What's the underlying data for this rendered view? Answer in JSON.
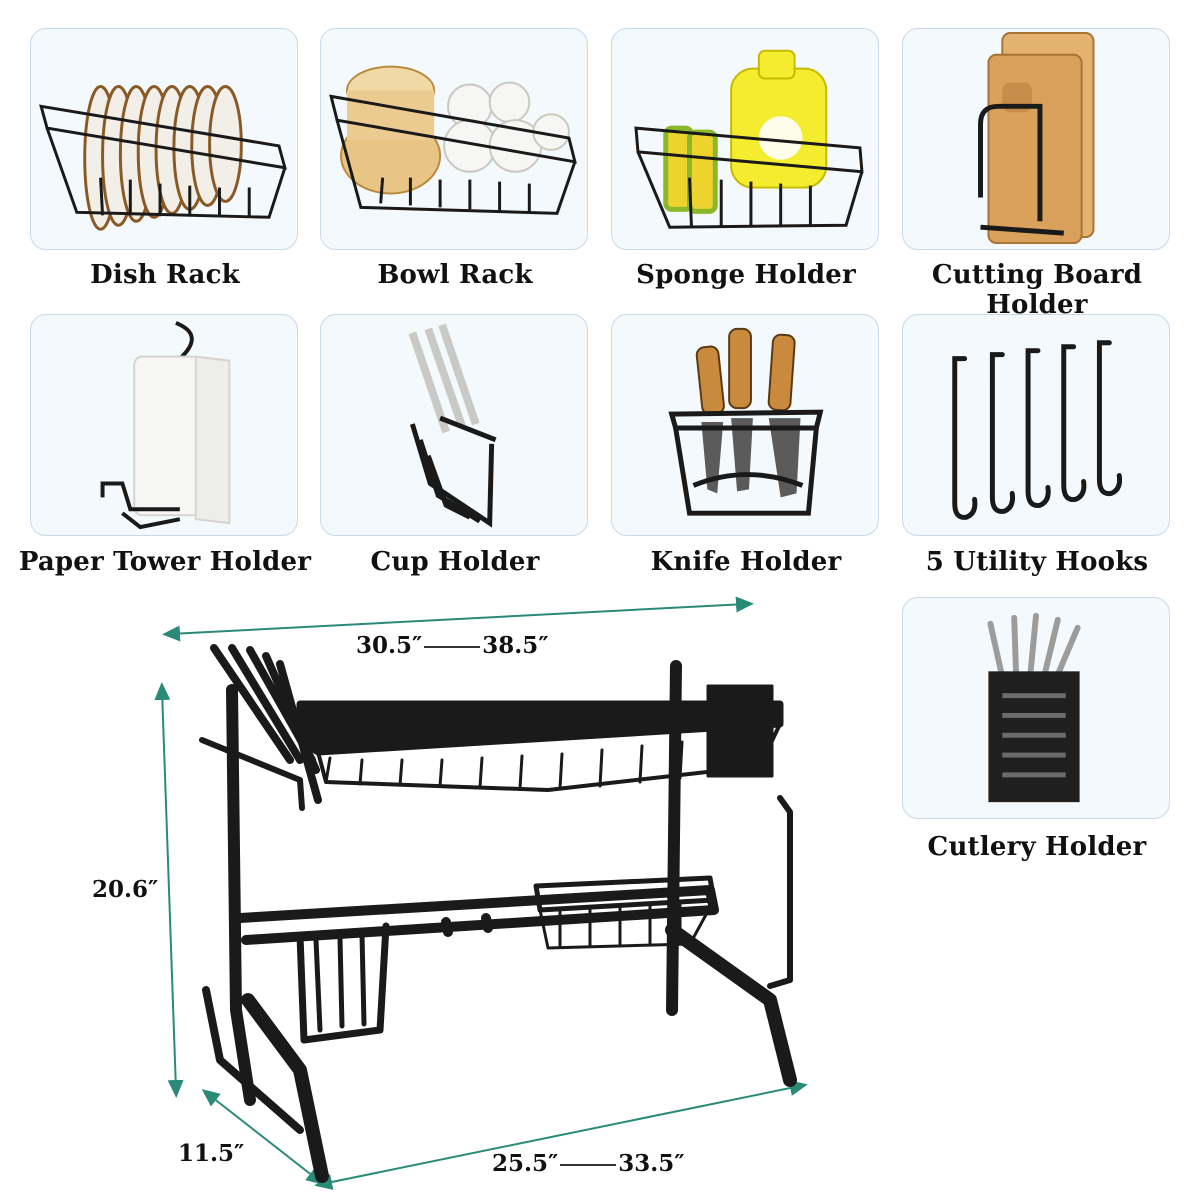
{
  "accessories": [
    {
      "label": "Dish Rack",
      "icon": "dish-rack-icon"
    },
    {
      "label": "Bowl Rack",
      "icon": "bowl-rack-icon"
    },
    {
      "label": "Sponge Holder",
      "icon": "sponge-holder-icon"
    },
    {
      "label": "Cutting Board Holder",
      "icon": "cutting-board-holder-icon"
    },
    {
      "label": "Paper Tower Holder",
      "icon": "paper-towel-holder-icon"
    },
    {
      "label": "Cup Holder",
      "icon": "cup-holder-icon"
    },
    {
      "label": "Knife Holder",
      "icon": "knife-holder-icon"
    },
    {
      "label": "5 Utility Hooks",
      "icon": "utility-hooks-icon"
    },
    {
      "label": "Cutlery Holder",
      "icon": "cutlery-holder-icon"
    }
  ],
  "dimensions": {
    "top_width_min": "30.5″",
    "top_width_max": "38.5″",
    "height": "20.6″",
    "depth": "11.5″",
    "bottom_width_min": "25.5″",
    "bottom_width_max": "33.5″"
  },
  "colors": {
    "tile_border": "#c7d9ec",
    "tile_background": "#f4f9fd",
    "dimension_line": "#2a8a78",
    "rack_metal": "#1a1a1a",
    "wood": "#d9a660"
  }
}
